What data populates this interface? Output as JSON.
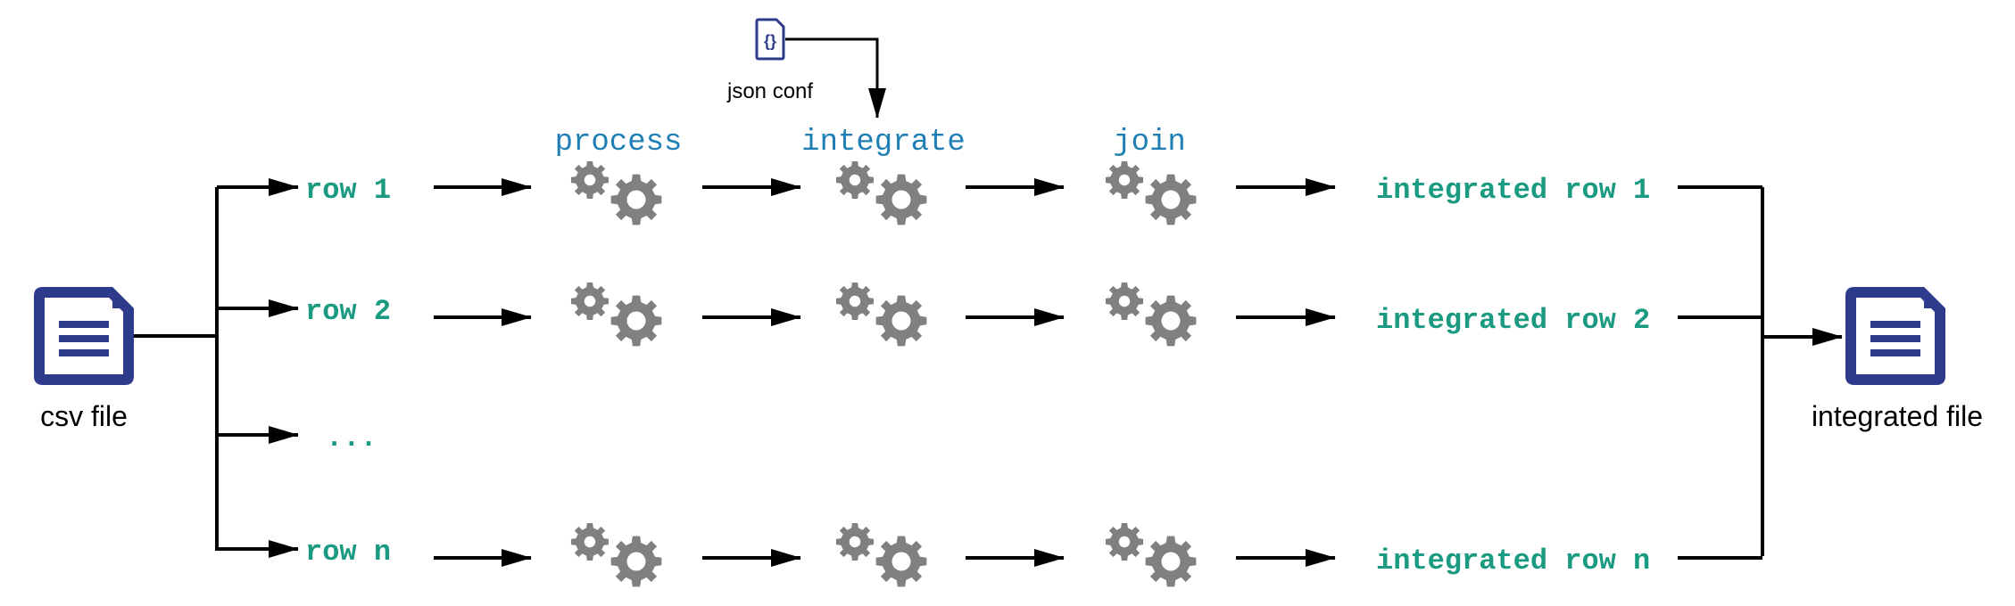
{
  "colors": {
    "row_text": "#1a9a80",
    "step_text": "#1f7fb5",
    "gear": "#808080",
    "doc_fill": "#2e3a8c",
    "line": "#000000",
    "label": "#000000"
  },
  "source": {
    "label": "csv file",
    "icon": "document-icon"
  },
  "target": {
    "label": "integrated file",
    "icon": "document-icon"
  },
  "config": {
    "label": "json conf",
    "icon": "json-file-icon"
  },
  "steps": [
    "process",
    "integrate",
    "join"
  ],
  "rows": [
    {
      "label": "row 1",
      "output": "integrated row 1"
    },
    {
      "label": "row 2",
      "output": "integrated row 2"
    },
    {
      "label": "...",
      "output": ""
    },
    {
      "label": "row n",
      "output": "integrated row n"
    }
  ]
}
